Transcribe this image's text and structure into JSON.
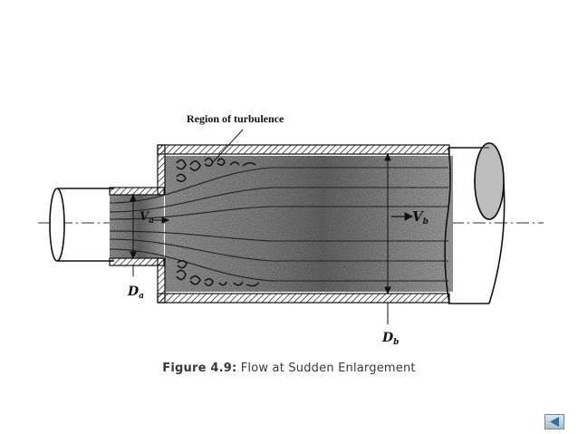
{
  "figure": {
    "annotation": "Region of turbulence",
    "labels": {
      "va": "V",
      "va_sub": "a",
      "vb": "V",
      "vb_sub": "b",
      "da": "D",
      "da_sub": "a",
      "db": "D",
      "db_sub": "b"
    }
  },
  "caption": {
    "number": "Figure 4.9:",
    "text": "Flow at Sudden Enlargement"
  },
  "nav": {
    "prev_icon": "triangle-left-icon"
  },
  "colors": {
    "ink": "#111111",
    "shade": "#8a8a8a",
    "caption": "#3a3a3a",
    "nav_fill": "#2f6fa0"
  }
}
